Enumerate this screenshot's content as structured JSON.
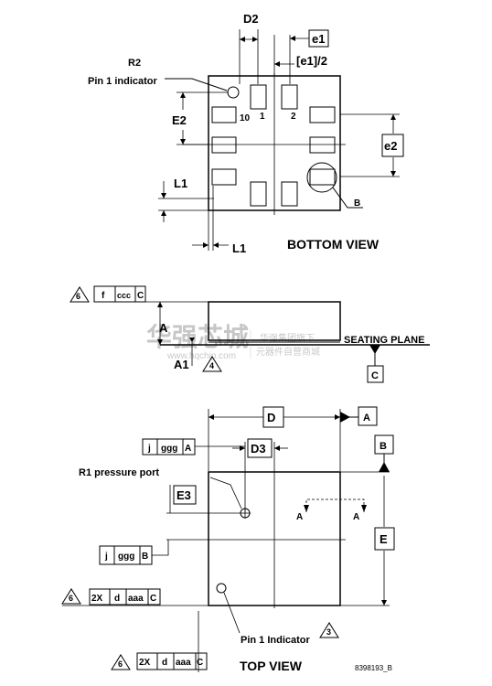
{
  "labels": {
    "d2": "D2",
    "e1": "e1",
    "e1_half": "[e1]/2",
    "r2": "R2",
    "pin1_indicator_top": "Pin 1 indicator",
    "e2_upper": "E2",
    "e2_right": "e2",
    "pin10": "10",
    "pin1": "1",
    "pin2": "2",
    "l1_left": "L1",
    "l1_bottom": "L1",
    "b_callout": "B",
    "bottom_view": "BOTTOM VIEW",
    "a": "A",
    "a1": "A1",
    "seating_plane": "SEATING PLANE",
    "datum_c": "C",
    "d": "D",
    "datum_a": "A",
    "datum_b": "B",
    "d3": "D3",
    "r1_pressure_port": "R1 pressure port",
    "e3": "E3",
    "e": "E",
    "section_a_left": "A",
    "section_a_right": "A",
    "pin1_indicator_bottom": "Pin 1 Indicator",
    "top_view": "TOP VIEW",
    "drawing_number": "8398193_B"
  },
  "notes": {
    "note6": "6",
    "note4": "4",
    "note3": "3"
  },
  "frames": {
    "side_fcc": [
      "f",
      "ccc",
      "C"
    ],
    "top_ggg_a": [
      "j",
      "ggg",
      "A"
    ],
    "top_ggg_b": [
      "j",
      "ggg",
      "B"
    ],
    "top_aaa_1": [
      "2X",
      "d",
      "aaa",
      "C"
    ],
    "top_aaa_2": [
      "2X",
      "d",
      "aaa",
      "C"
    ]
  },
  "watermark": {
    "cn_big": "华强芯城",
    "url": "www.hqchip.com",
    "cn_small_1": "华强集团旗下",
    "cn_small_2": "元器件自营商城"
  }
}
